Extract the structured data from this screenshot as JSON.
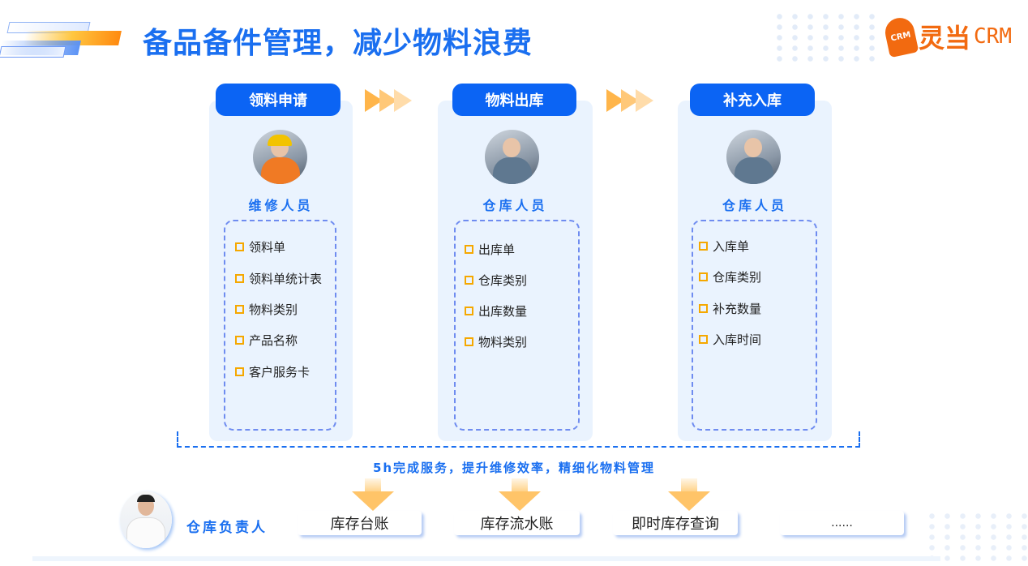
{
  "title": "备品备件管理，减少物料浪费",
  "logo": {
    "badge": "CRM",
    "name": "灵当",
    "suffix": "CRM"
  },
  "colors": {
    "primary": "#0b64f4",
    "accent": "#f5a800",
    "logo": "#f26a10"
  },
  "steps": [
    {
      "label": "领料申请",
      "role": "维修人员",
      "items": [
        "领料单",
        "领料单统计表",
        "物料类别",
        "产品名称",
        "客户服务卡"
      ]
    },
    {
      "label": "物料出库",
      "role": "仓库人员",
      "items": [
        "出库单",
        "仓库类别",
        "出库数量",
        "物料类别"
      ]
    },
    {
      "label": "补充入库",
      "role": "仓库人员",
      "items": [
        "入库单",
        "仓库类别",
        "补充数量",
        "入库时间"
      ]
    }
  ],
  "slogan": "5h完成服务，提升维修效率，精细化物料管理",
  "manager": {
    "label": "仓库负责人"
  },
  "outputs": [
    "库存台账",
    "库存流水账",
    "即时库存查询",
    "......"
  ]
}
